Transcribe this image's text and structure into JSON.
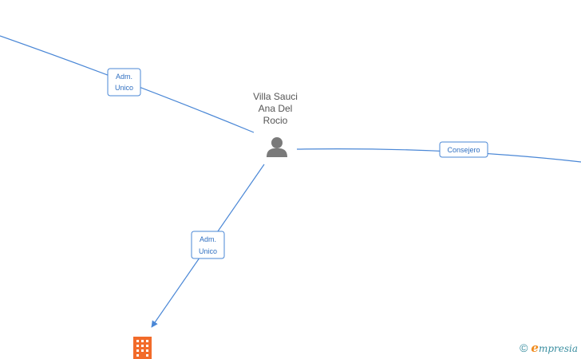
{
  "person": {
    "name_lines": [
      "Villa Sauci",
      "Ana Del",
      "Rocio"
    ],
    "icon": "person-icon"
  },
  "company": {
    "icon": "building-icon"
  },
  "edges": [
    {
      "id": "adm-unico-top",
      "label_lines": [
        "Adm.",
        "Unico"
      ]
    },
    {
      "id": "consejero",
      "label_lines": [
        "Consejero"
      ]
    },
    {
      "id": "adm-unico-company",
      "label_lines": [
        "Adm.",
        "Unico"
      ]
    }
  ],
  "footer": {
    "copyright_symbol": "©",
    "brand_initial": "e",
    "brand_rest": "mpresia"
  },
  "colors": {
    "edge": "#4a87d6",
    "person": "#7a7a7a",
    "company": "#f26b2a",
    "brand": "#3a8ea0",
    "brand_accent": "#f08a1c"
  }
}
